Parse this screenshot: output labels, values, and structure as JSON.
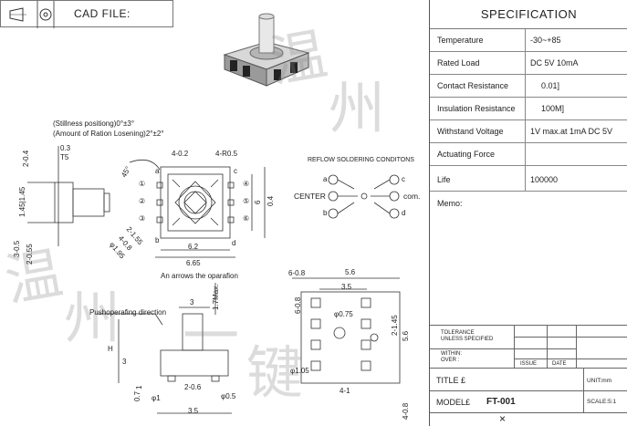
{
  "header": {
    "title": "CAD FILE:"
  },
  "spec": {
    "title": "SPECIFICATION",
    "rows": [
      {
        "label": "Temperature",
        "value": "-30~+85"
      },
      {
        "label": "Rated Load",
        "value": "DC 5V 10mA"
      },
      {
        "label": "Contact Resistance",
        "value": "0.01]"
      },
      {
        "label": "Insulation Resistance",
        "value": "100M]"
      },
      {
        "label": "Withstand Voltage",
        "value": "1V max.at 1mA DC 5V"
      },
      {
        "label": "Actuating Force",
        "value": ""
      },
      {
        "label": "Life",
        "value": "100000"
      }
    ],
    "memo": "Memo:"
  },
  "titleblock": {
    "tolerance": "TOLERANCE",
    "unless": "UNLESS SPECIFIED",
    "within": "WITHIN:",
    "over": "OVER :",
    "issue": "ISSUE",
    "date": "DATE",
    "title_label": "TITLE £",
    "unit": "UNIT:mm",
    "model_label": "MODEL£",
    "model": "FT-001",
    "scale": "SCALE:5:1",
    "x": "×"
  },
  "drawing": {
    "stillness": "(Stillness positiong)0°±3°",
    "amount": "(Amount of Ration Losening)2°±2°",
    "d03": "0.3",
    "t5": "T5",
    "d2_04": "2-0.4",
    "d145": "1.45|1.45",
    "d3_05": "3-0.5",
    "d2_055": "2-0.55",
    "a45": "45°",
    "a4_02": "4-0.2",
    "r05": "4-R0.5",
    "d62": "6.2",
    "d665": "6.65",
    "d04": "0.4",
    "d6": "6",
    "d155": "2-1.55",
    "d408": "4-0.8",
    "d195": "φ1.95",
    "arrows": "An arrows the oparafion",
    "reflow": "REFLOW SOLDERING CONDITONS",
    "center": "CENTER",
    "com": "com.",
    "a": "a",
    "b": "b",
    "c": "c",
    "d": "d",
    "pin1": "①",
    "pin2": "②",
    "pin3": "③",
    "pin4": "④",
    "pin5": "⑤",
    "pin6": "⑥",
    "d6_08": "6-0.8",
    "d56": "5.6",
    "d35": "3.5",
    "d6_08v": "6-0.8",
    "phi075": "φ0.75",
    "phi105": "φ1.05",
    "d2_145": "2-1.45",
    "d5_6": "5.6",
    "d4_1": "4-1",
    "d4_08": "4-0.8",
    "push": "Pushoperafing direction",
    "d3": "3",
    "d17": "1.7Max.",
    "H": "H",
    "d3v": "3",
    "d07": "0.7",
    "phi1": "φ1",
    "d2_06": "2-0.6",
    "phi05": "φ0.5",
    "d35b": "3.5",
    "d1": "1"
  },
  "watermark": [
    "温",
    "州",
    "一",
    "键"
  ]
}
